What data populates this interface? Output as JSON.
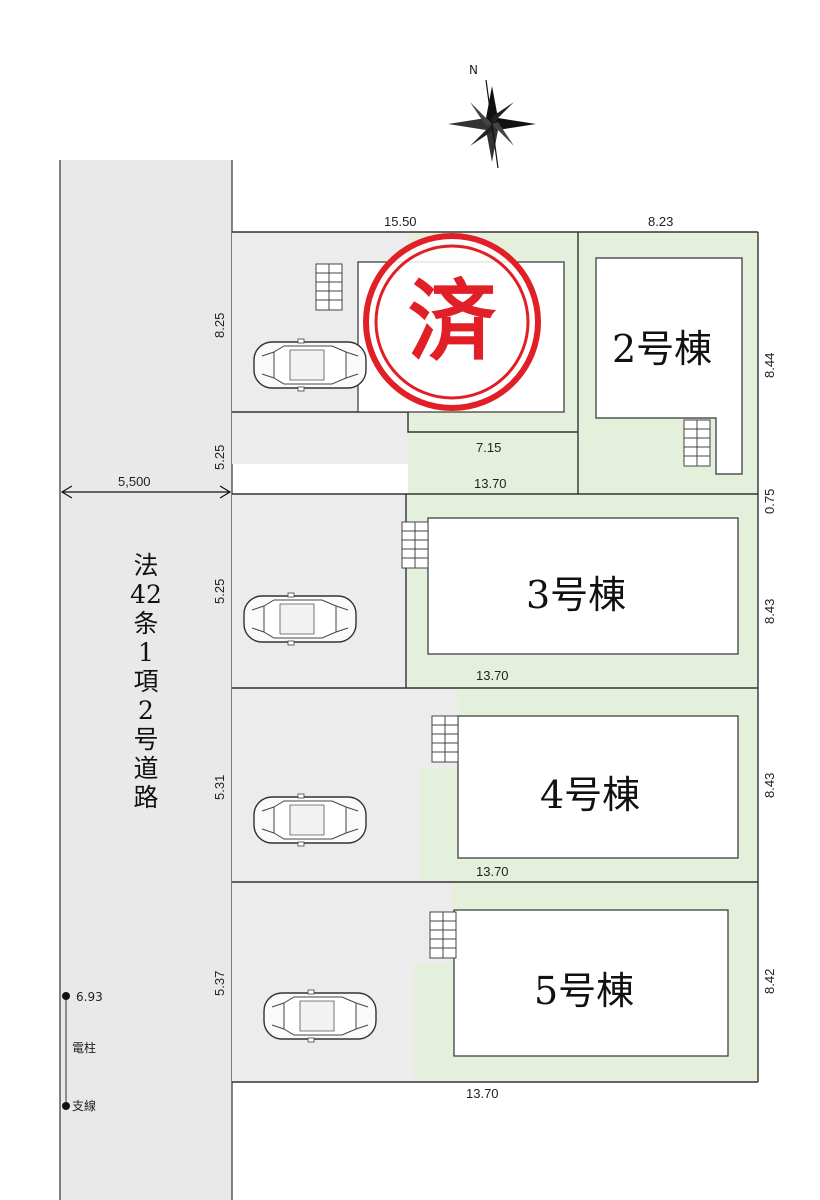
{
  "compass": {
    "label": "N"
  },
  "road": {
    "width_label": "5,500",
    "name_chars": [
      "法",
      "42",
      "条",
      "1",
      "項",
      "2",
      "号",
      "道",
      "路"
    ]
  },
  "pole": {
    "value": "6.93",
    "pole_label": "電柱",
    "guy_label": "支線"
  },
  "stamp": {
    "text": "済"
  },
  "buildings": {
    "b2": "2号棟",
    "b3": "3号棟",
    "b4": "4号棟",
    "b5": "5号棟"
  },
  "dims": {
    "top_width": "15.50",
    "top_right": "8.23",
    "lot1_side": "8.25",
    "lot1_bottom": "7.15",
    "frontage_2": "5.25",
    "right_b2": "8.44",
    "width_b2": "13.70",
    "gap_075": "0.75",
    "frontage_3": "5.25",
    "right_b3": "8.43",
    "width_b3": "13.70",
    "frontage_4": "5.31",
    "right_b4": "8.43",
    "width_b4": "13.70",
    "frontage_5": "5.37",
    "right_b5": "8.42",
    "width_b5": "13.70"
  },
  "colors": {
    "green": "#e4f0dc",
    "gray": "#ececec",
    "stamp": "#e11f26"
  }
}
